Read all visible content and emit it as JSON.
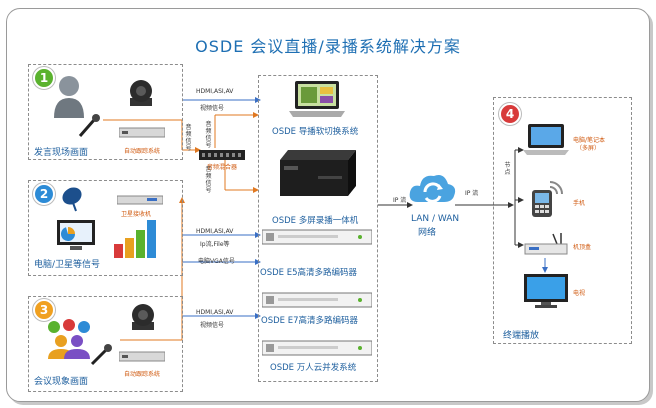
{
  "title": "OSDE 会议直播/录播系统解决方案",
  "sources": [
    {
      "num": "1",
      "label": "发言现场画面",
      "tracker": "自动跟踪系统"
    },
    {
      "num": "2",
      "label": "电脑/卫星等信号",
      "receiver": "卫星接收机"
    },
    {
      "num": "3",
      "label": "会议现象画面",
      "tracker": "自动跟踪系统"
    }
  ],
  "links": {
    "hdmi_1": "HDMI,ASI,AV",
    "video_1": "视频信号",
    "audio_a": "音频信号",
    "audio_b": "音频信号",
    "audio_c": "音频信号",
    "audio_mixer": "音频混合器",
    "hdmi_2": "HDMI,ASI,AV",
    "ip_file": "Ip流,File等",
    "vga": "电脑VGA信号",
    "hdmi_3": "HDMI,ASI,AV",
    "video_3": "视频信号",
    "ip_left": "IP 流",
    "ip_right": "IP 流",
    "node": "节点"
  },
  "center": {
    "switcher": "OSDE 导播软切换系统",
    "allinone": "OSDE 多屏录播一体机",
    "e5": "OSDE E5高清多路编码器",
    "e7": "OSDE E7高清多路编码器",
    "cloud": "OSDE 万人云并发系统"
  },
  "network": {
    "line1": "LAN / WAN",
    "line2": "网络"
  },
  "terminals": {
    "num": "4",
    "laptop_1": "电脑/笔记本",
    "laptop_2": "（多屏）",
    "phone": "手机",
    "stb": "机顶盒",
    "tv": "电视",
    "label": "终端播放"
  },
  "colors": {
    "title": "#1e6fb3",
    "badge_1": "#5ab22e",
    "badge_2": "#2d8bd6",
    "badge_3": "#f0a020",
    "badge_4": "#d83a3a",
    "wire_blue": "#3a6fc4",
    "wire_orange": "#e07820"
  },
  "icons": [
    "person-icon",
    "microphone-icon",
    "camera-icon",
    "tracker-icon",
    "audio-mixer-icon",
    "satellite-dish-icon",
    "receiver-icon",
    "monitor-chart-icon",
    "bar-chart-icon",
    "group-icon",
    "laptop-icon",
    "server-icon",
    "cloud-refresh-icon",
    "phone-icon",
    "set-top-box-icon",
    "tv-icon"
  ]
}
